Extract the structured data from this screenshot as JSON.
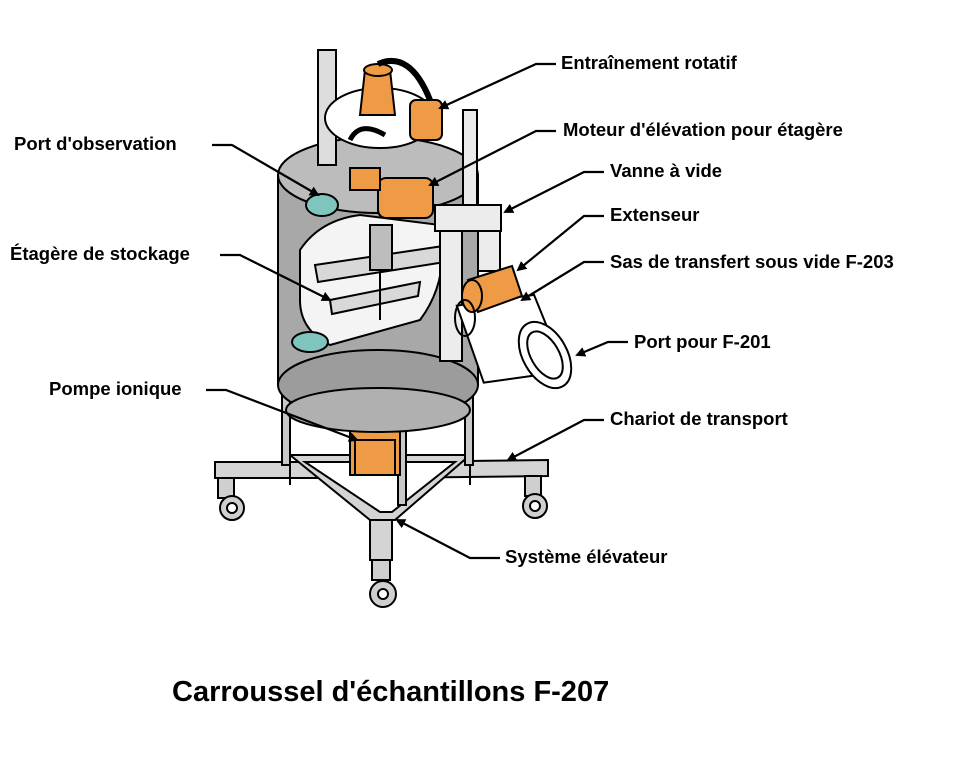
{
  "title": "Carroussel d'échantillons F-207",
  "labels": {
    "rotary_drive": "Entraînement rotatif",
    "shelf_elevation_motor": "Moteur d'élévation pour étagère",
    "vacuum_valve": "Vanne à vide",
    "extender": "Extenseur",
    "vacuum_transfer_lock": "Sas de transfert sous vide F-203",
    "port_f201": "Port pour F-201",
    "transport_cart": "Chariot de transport",
    "lift_system": "Système élévateur",
    "viewport": "Port d'observation",
    "storage_shelf": "Étagère de stockage",
    "ion_pump": "Pompe ionique"
  },
  "colors": {
    "accent_orange": "#ef9a45",
    "chamber_gray": "#a8a8a8",
    "viewport_teal": "#7fc4bd",
    "line": "#000000"
  }
}
